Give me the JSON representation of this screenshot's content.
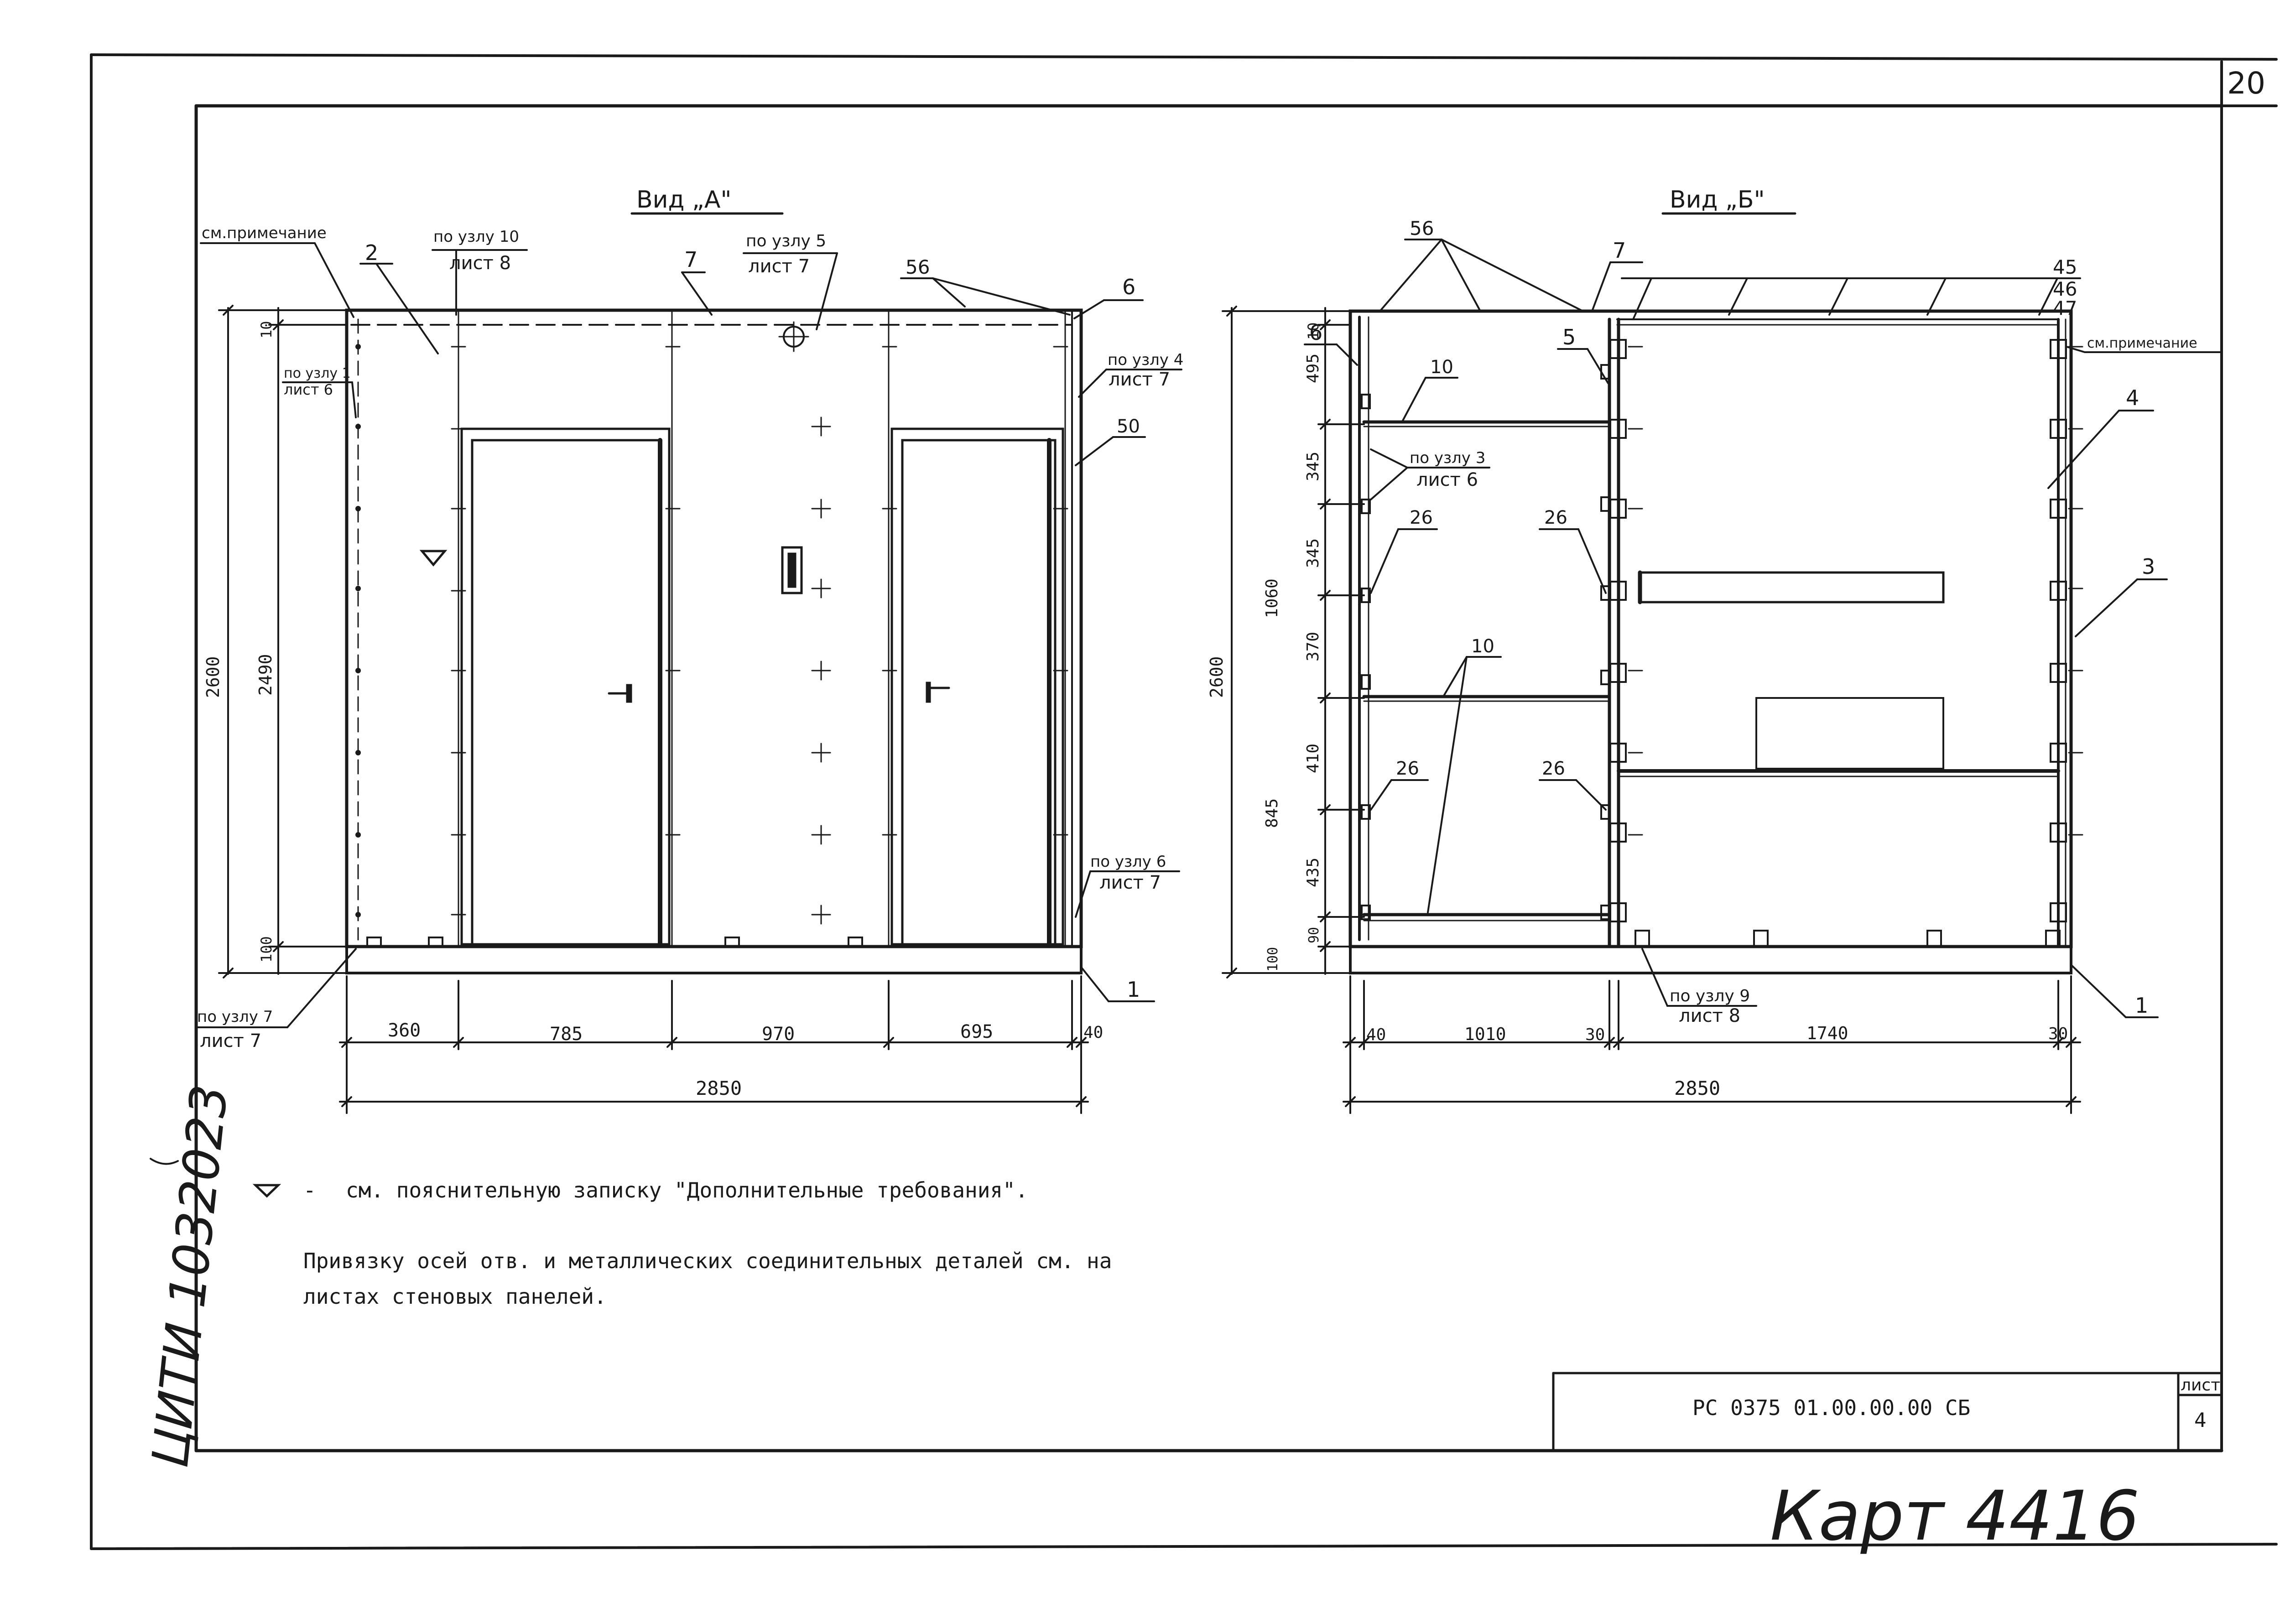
{
  "sheet_number": "20",
  "view_a": {
    "title": "Вид „А\"",
    "see_note": "см.примечание",
    "positions": {
      "p2": "2",
      "p7": "7",
      "p56": "56",
      "p6": "6",
      "p50": "50",
      "p1": "1"
    },
    "node10": {
      "top": "по узлу 10",
      "bottom": "лист 8"
    },
    "node5": {
      "top": "по узлу 5",
      "bottom": "лист 7"
    },
    "node1": {
      "top": "по узлу 1",
      "bottom": "лист 6"
    },
    "node4": {
      "top": "по узлу 4",
      "bottom": "лист 7"
    },
    "node6": {
      "top": "по узлу 6",
      "bottom": "лист 7"
    },
    "node7": {
      "top": "по узлу 7",
      "bottom": "лист 7"
    },
    "dims_v": {
      "d10": "10",
      "d2490": "2490",
      "d2600": "2600",
      "d100": "100"
    },
    "dims_h": [
      "360",
      "785",
      "970",
      "695",
      "40"
    ],
    "total": "2850"
  },
  "view_b": {
    "title": "Вид „Б\"",
    "see_note": "см.примечание",
    "positions": {
      "p56": "56",
      "p7": "7",
      "p45": "45",
      "p46": "46",
      "p47": "47",
      "p6": "6",
      "p5": "5",
      "p10a": "10",
      "p10b": "10",
      "p4": "4",
      "p3": "3",
      "p1": "1",
      "p26a": "26",
      "p26b": "26",
      "p26c": "26",
      "p26d": "26"
    },
    "node3": {
      "top": "по узлу 3",
      "bottom": "лист 6"
    },
    "node9": {
      "top": "по узлу 9",
      "bottom": "лист 8"
    },
    "dims_v": {
      "d10": "10",
      "d495": "495",
      "d345a": "345",
      "d345b": "345",
      "d1060": "1060",
      "d370": "370",
      "d410": "410",
      "d845": "845",
      "d435": "435",
      "d90": "90",
      "d100": "100",
      "d2600": "2600"
    },
    "dims_h": [
      "40",
      "1010",
      "30",
      "1740",
      "30"
    ],
    "total": "2850"
  },
  "notes": {
    "note1_dash": "-",
    "note1": "см. пояснительную записку \"Дополнительные требования\".",
    "note2_line1": "Привязку осей отв. и металлических соединительных деталей см. на",
    "note2_line2": "листах стеновых панелей."
  },
  "title_block": {
    "code": "РС 0375 01.00.00.00 СБ",
    "sheet_label": "лист",
    "sheet_no": "4"
  },
  "side_stamp": "ЦИТИ 1032023",
  "bottom_signature": "Карт 4416"
}
